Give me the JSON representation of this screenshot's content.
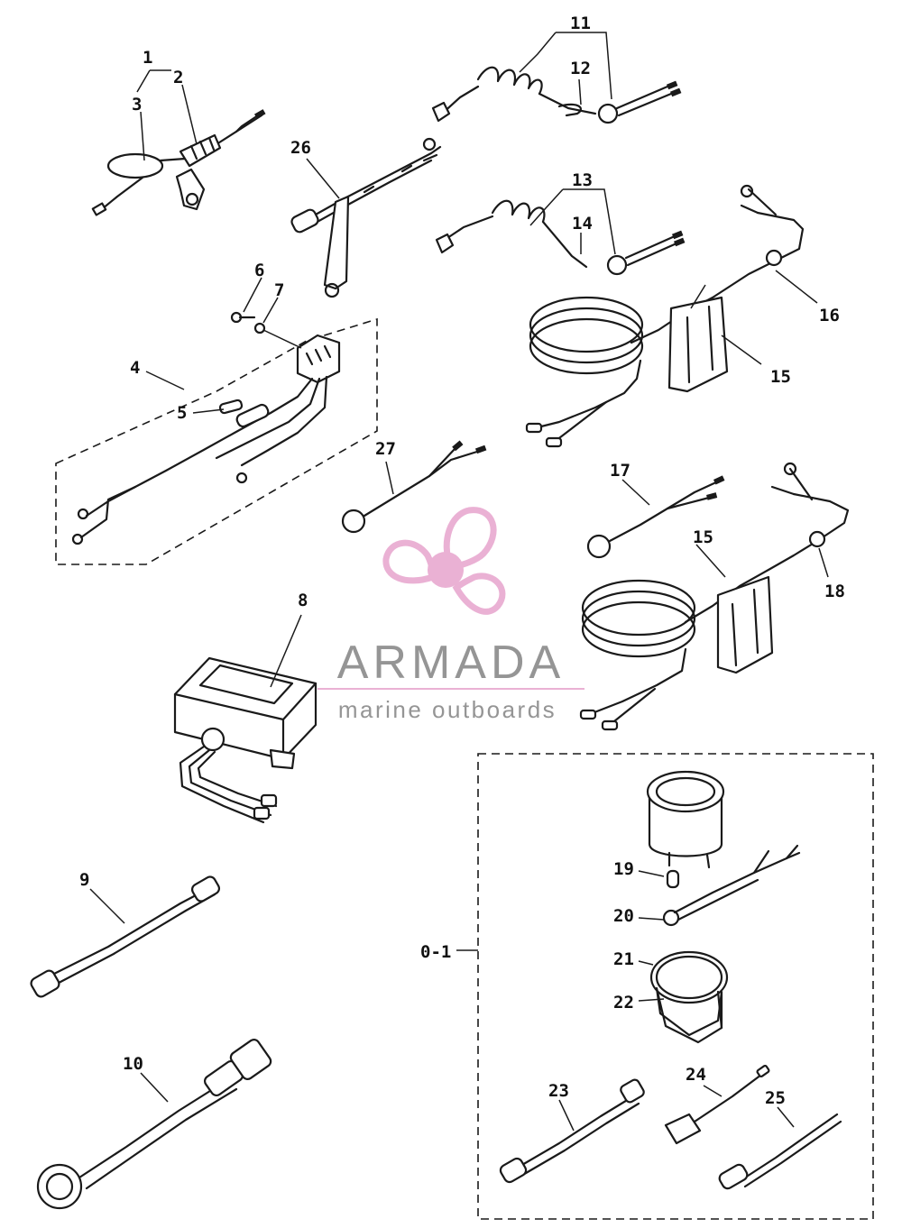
{
  "diagram": {
    "callouts": {
      "c1": "1",
      "c2": "2",
      "c3": "3",
      "c4": "4",
      "c5": "5",
      "c6": "6",
      "c7": "7",
      "c8": "8",
      "c9": "9",
      "c10": "10",
      "c11": "11",
      "c12": "12",
      "c13": "13",
      "c14": "14",
      "c15a": "15",
      "c15b": "15",
      "c16": "16",
      "c17": "17",
      "c18": "18",
      "c19": "19",
      "c20": "20",
      "c21": "21",
      "c22": "22",
      "c23": "23",
      "c24": "24",
      "c25": "25",
      "c26": "26",
      "c27": "27",
      "c01": "0-1"
    }
  },
  "watermark": {
    "brand": "ARMADA",
    "tagline": "marine outboards",
    "logo_color": "#e8a9d0",
    "text_color": "#8a8a8a"
  }
}
